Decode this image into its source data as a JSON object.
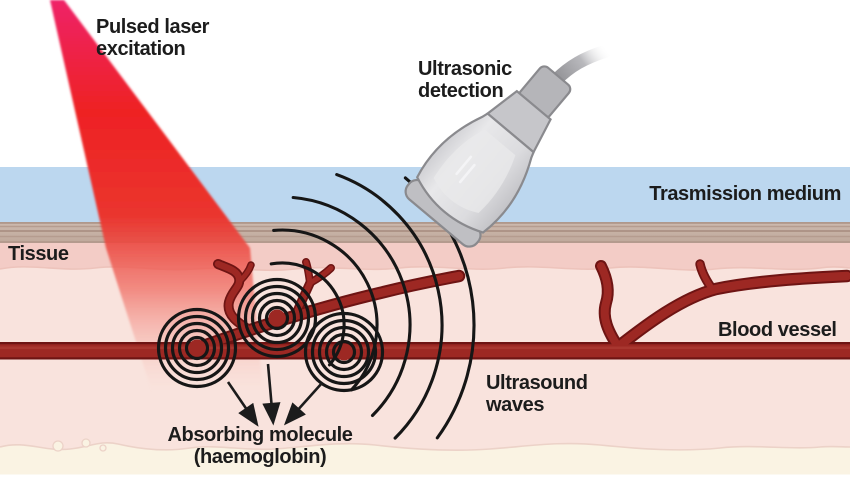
{
  "labels": {
    "pulsed_laser": {
      "line1": "Pulsed laser",
      "line2": "excitation"
    },
    "ultrasonic_detection": {
      "line1": "Ultrasonic",
      "line2": "detection"
    },
    "transmission_medium": "Trasmission medium",
    "tissue": "Tissue",
    "blood_vessel": "Blood vessel",
    "ultrasound_waves": {
      "line1": "Ultrasound",
      "line2": "waves"
    },
    "absorbing_molecule": {
      "line1": "Absorbing molecule",
      "line2": "(haemoglobin)"
    }
  },
  "colors": {
    "laser_top": "#ef2068",
    "laser_mid": "#ee2124",
    "transmission_medium": "#bcd7ef",
    "skin": "#c8b4a8",
    "tissue_upper": "#f3ccc6",
    "tissue_lower": "#f9e3dd",
    "tissue_deep": "#faf3e3",
    "vessel_fill": "#9d2823",
    "vessel_outline": "#6e1413",
    "vessel_highlight": "#b0413a",
    "wave_stroke": "#161616",
    "probe_body": "#dcdcdf",
    "text": "#1c1c1c"
  }
}
